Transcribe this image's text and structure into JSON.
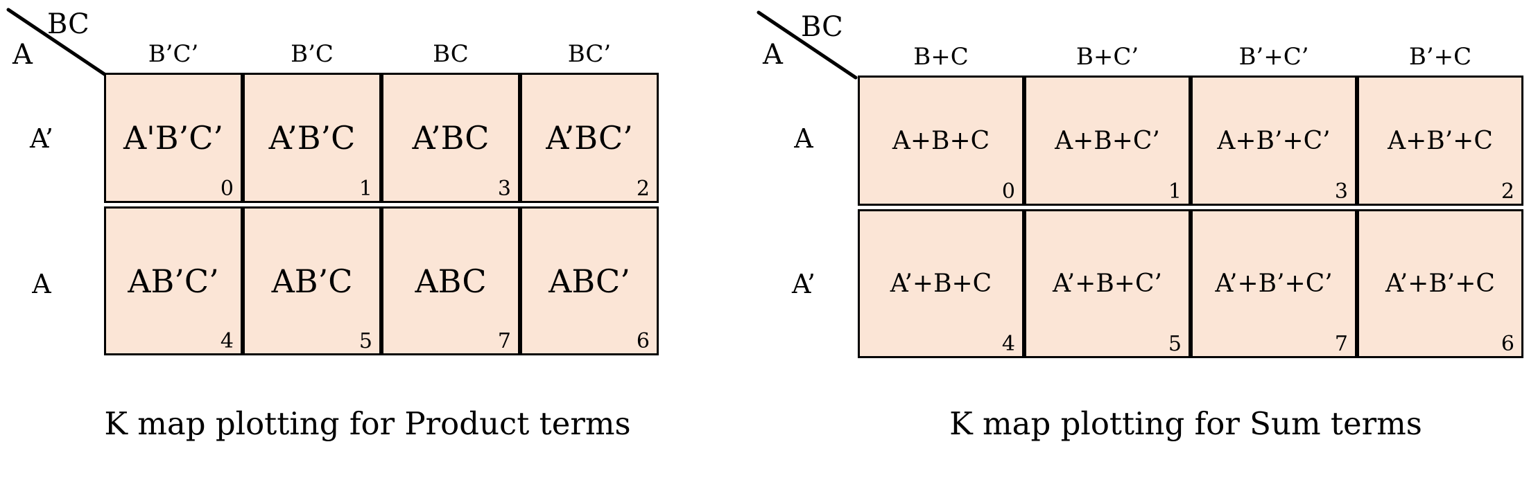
{
  "colors": {
    "background": "#ffffff",
    "cell_fill": "#fbe5d6",
    "line": "#000000",
    "text": "#000000"
  },
  "product_map": {
    "corner_top": "BC",
    "corner_side": "A",
    "col_headers": [
      "B’C’",
      "B’C",
      "BC",
      "BC’"
    ],
    "row_headers": [
      "A’",
      "A"
    ],
    "cells": [
      [
        {
          "term": "A'B’C’",
          "index": "0"
        },
        {
          "term": "A’B’C",
          "index": "1"
        },
        {
          "term": "A’BC",
          "index": "3"
        },
        {
          "term": "A’BC’",
          "index": "2"
        }
      ],
      [
        {
          "term": "AB’C’",
          "index": "4"
        },
        {
          "term": "AB’C",
          "index": "5"
        },
        {
          "term": "ABC",
          "index": "7"
        },
        {
          "term": "ABC’",
          "index": "6"
        }
      ]
    ],
    "caption": "K map plotting for Product terms"
  },
  "sum_map": {
    "corner_top": "BC",
    "corner_side": "A",
    "col_headers": [
      "B+C",
      "B+C’",
      "B’+C’",
      "B’+C"
    ],
    "row_headers": [
      "A",
      "A’"
    ],
    "cells": [
      [
        {
          "term": "A+B+C",
          "index": "0"
        },
        {
          "term": "A+B+C’",
          "index": "1"
        },
        {
          "term": "A+B’+C’",
          "index": "3"
        },
        {
          "term": "A+B’+C",
          "index": "2"
        }
      ],
      [
        {
          "term": "A’+B+C",
          "index": "4"
        },
        {
          "term": "A’+B+C’",
          "index": "5"
        },
        {
          "term": "A’+B’+C’",
          "index": "7"
        },
        {
          "term": "A’+B’+C",
          "index": "6"
        }
      ]
    ],
    "caption": "K map plotting for Sum terms"
  }
}
